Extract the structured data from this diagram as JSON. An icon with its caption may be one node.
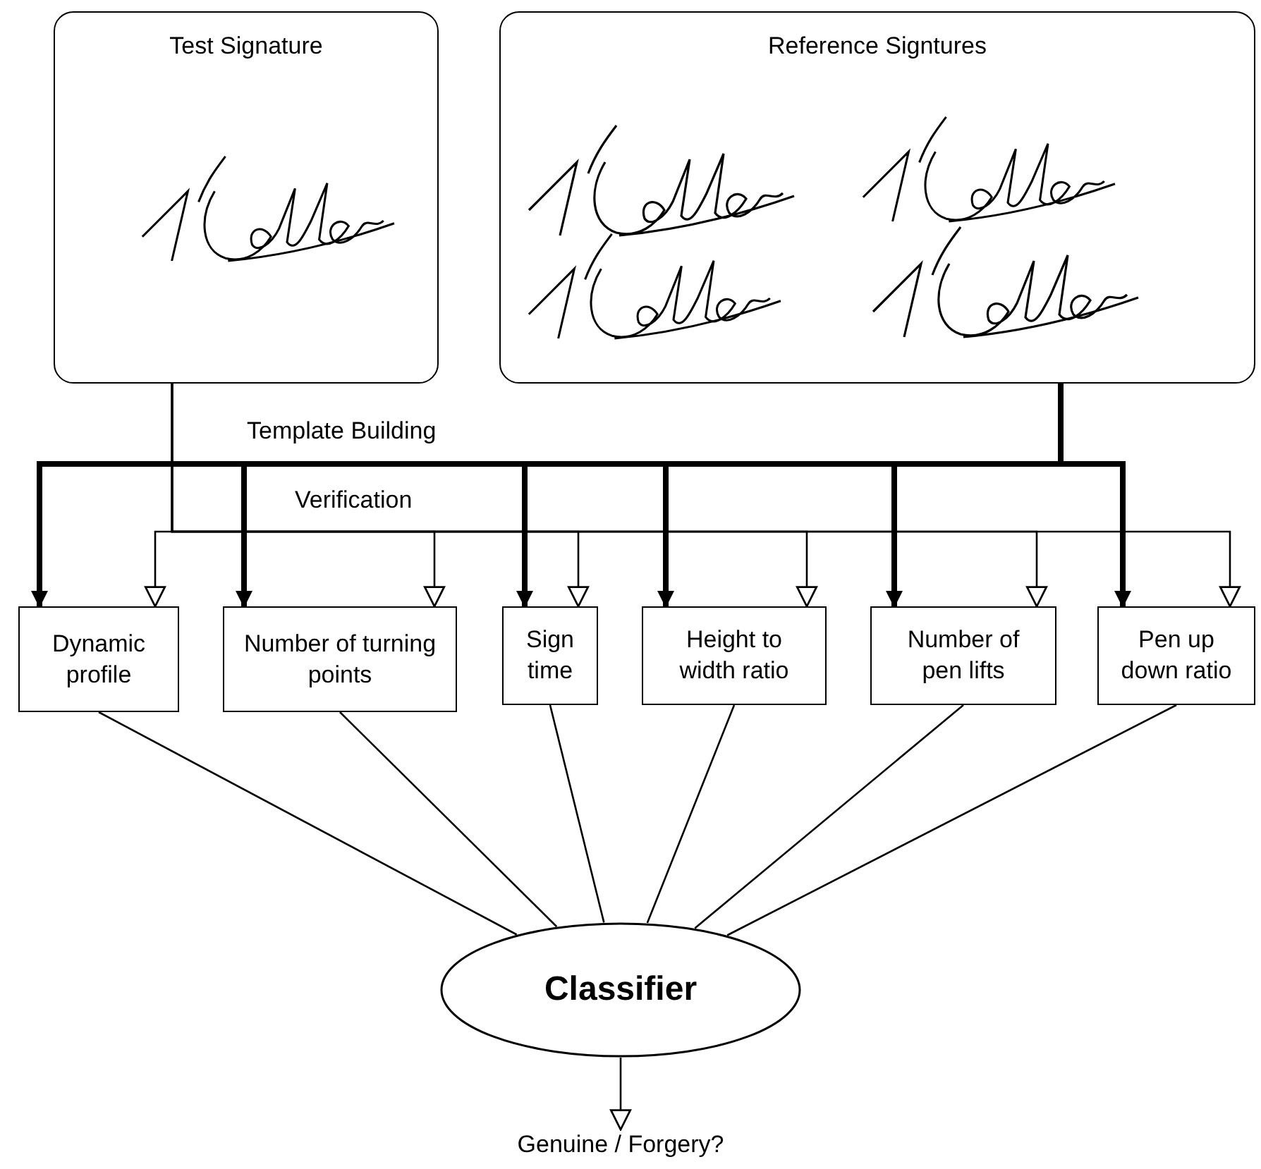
{
  "diagram": {
    "nodes": [
      {
        "text": [
          "Test Signature"
        ]
      },
      {
        "text": [
          "Reference Signtures"
        ]
      },
      {
        "text": [
          "Dynamic profile"
        ]
      },
      {
        "text": [
          "Number of turning points"
        ]
      },
      {
        "text": [
          "Sign time"
        ]
      },
      {
        "text": [
          "Height to width ratio"
        ]
      },
      {
        "text": [
          "Number of pen lifts"
        ]
      },
      {
        "text": [
          "Pen up down ratio"
        ]
      },
      {
        "text": [
          "Classifier"
        ]
      },
      {
        "text": [
          "Genuine / Forgery?"
        ]
      }
    ],
    "edges": [
      {
        "from": 1,
        "to": 2,
        "arrow": "to",
        "style": "thick",
        "label": "Template Building"
      },
      {
        "from": 1,
        "to": 3,
        "arrow": "to",
        "style": "thick"
      },
      {
        "from": 1,
        "to": 4,
        "arrow": "to",
        "style": "thick"
      },
      {
        "from": 1,
        "to": 5,
        "arrow": "to",
        "style": "thick"
      },
      {
        "from": 1,
        "to": 6,
        "arrow": "to",
        "style": "thick"
      },
      {
        "from": 1,
        "to": 7,
        "arrow": "to",
        "style": "thick"
      },
      {
        "from": 0,
        "to": 2,
        "arrow": "to"
      },
      {
        "from": 0,
        "to": 3,
        "arrow": "to",
        "label": "Verification"
      },
      {
        "from": 0,
        "to": 4,
        "arrow": "to"
      },
      {
        "from": 0,
        "to": 5,
        "arrow": "to"
      },
      {
        "from": 0,
        "to": 6,
        "arrow": "to"
      },
      {
        "from": 0,
        "to": 7,
        "arrow": "to"
      },
      {
        "from": 2,
        "to": 8,
        "arrow": "none"
      },
      {
        "from": 3,
        "to": 8,
        "arrow": "none"
      },
      {
        "from": 4,
        "to": 8,
        "arrow": "none"
      },
      {
        "from": 5,
        "to": 8,
        "arrow": "none"
      },
      {
        "from": 6,
        "to": 8,
        "arrow": "none"
      },
      {
        "from": 7,
        "to": 8,
        "arrow": "none"
      },
      {
        "from": 8,
        "to": 9,
        "arrow": "to"
      }
    ]
  }
}
